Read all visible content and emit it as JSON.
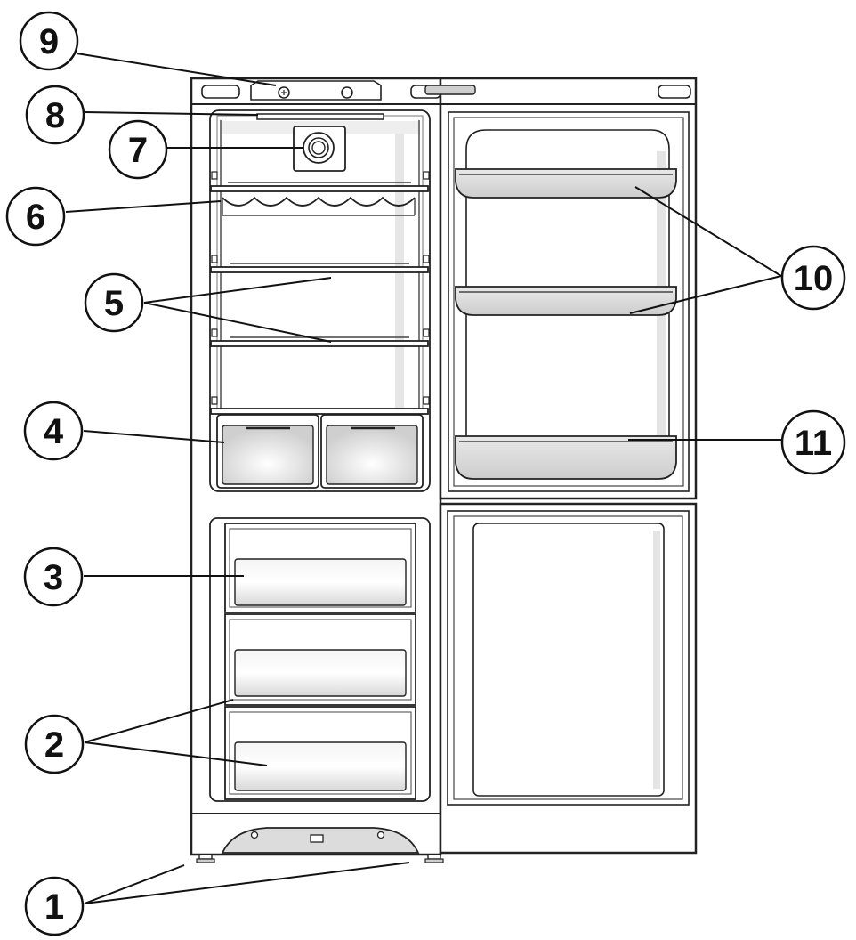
{
  "callouts": [
    {
      "id": "1",
      "label": "1"
    },
    {
      "id": "2",
      "label": "2"
    },
    {
      "id": "3",
      "label": "3"
    },
    {
      "id": "4",
      "label": "4"
    },
    {
      "id": "5",
      "label": "5"
    },
    {
      "id": "6",
      "label": "6"
    },
    {
      "id": "7",
      "label": "7"
    },
    {
      "id": "8",
      "label": "8"
    },
    {
      "id": "9",
      "label": "9"
    },
    {
      "id": "10",
      "label": "10"
    },
    {
      "id": "11",
      "label": "11"
    }
  ],
  "colors": {
    "line": "#222222",
    "fill": "#ffffff",
    "shade": "#e4e4e4",
    "tray": "#dcdcdc"
  }
}
